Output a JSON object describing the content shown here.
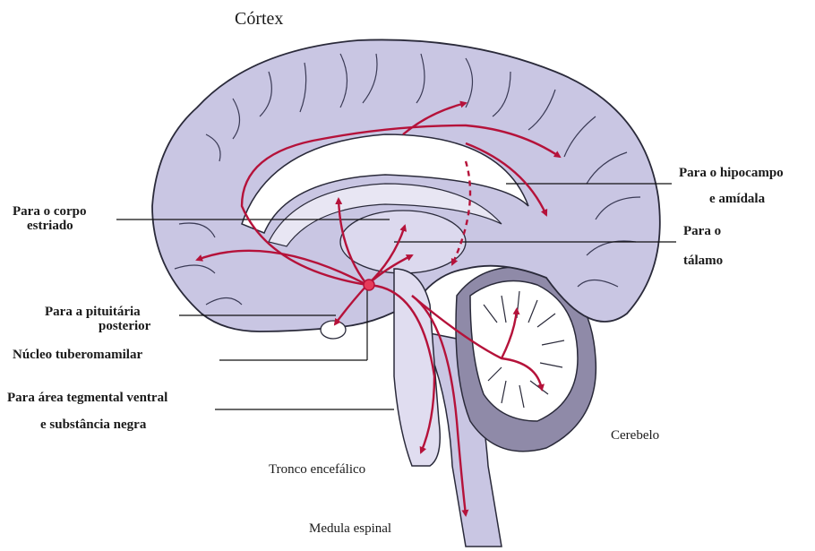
{
  "labels": {
    "cortex": "Córtex",
    "hippocampus_1": "Para o hipocampo",
    "hippocampus_2": "e amídala",
    "striatum_1": "Para o corpo",
    "striatum_2": "estriado",
    "thalamus_1": "Para o",
    "thalamus_2": "tálamo",
    "pituitary_1": "Para a pituitária",
    "pituitary_2": "posterior",
    "nucleus": "Núcleo tuberomamilar",
    "vta_1": "Para área tegmental ventral",
    "vta_2": "e substância negra",
    "cerebellum": "Cerebelo",
    "brainstem": "Tronco encefálico",
    "spinal_cord": "Medula espinal"
  },
  "colors": {
    "brain_fill": "#c9c6e3",
    "brain_dark": "#9e9abf",
    "outline": "#2a2a3a",
    "pathway": "#b5123a",
    "leader_line": "#111111"
  }
}
